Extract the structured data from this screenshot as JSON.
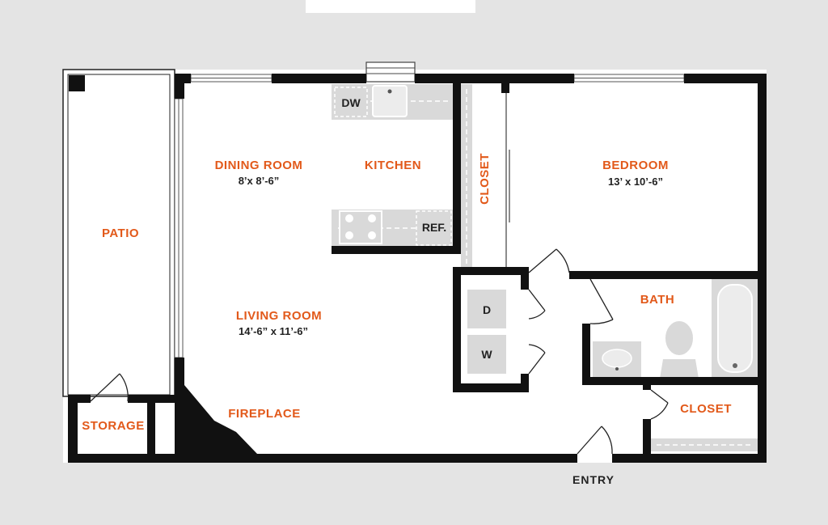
{
  "rooms": {
    "patio": "PATIO",
    "dining_room": "DINING ROOM",
    "dining_dims": "8’x 8’-6”",
    "kitchen": "KITCHEN",
    "closet_vertical": "CLOSET",
    "bedroom": "BEDROOM",
    "bedroom_dims": "13’ x 10’-6”",
    "living_room": "LIVING ROOM",
    "living_dims": "14’-6” x 11’-6”",
    "bath": "BATH",
    "closet": "CLOSET",
    "storage": "STORAGE",
    "fireplace": "FIREPLACE",
    "entry": "ENTRY"
  },
  "appliances": {
    "dishwasher": "DW",
    "refrigerator": "REF.",
    "dryer": "D",
    "washer": "W"
  },
  "colors": {
    "wall": "#111111",
    "label": "#e2591a",
    "surround": "#e4e4e4",
    "fixture": "#d9d9d9"
  }
}
